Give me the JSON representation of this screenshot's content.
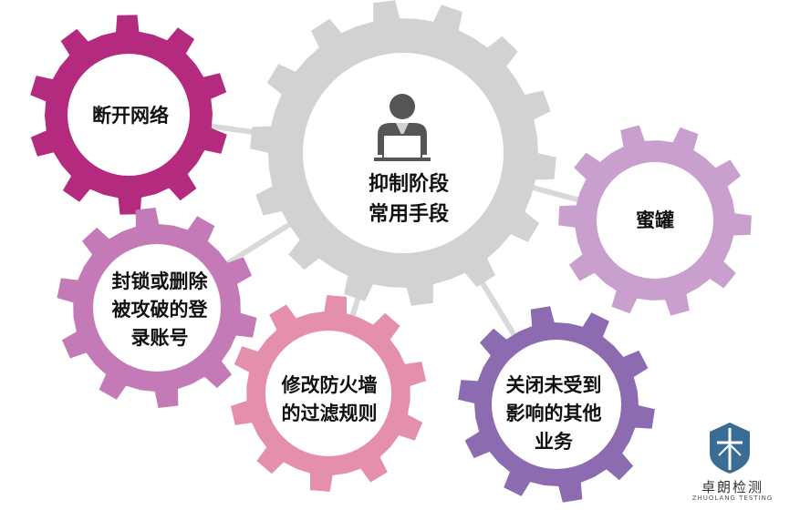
{
  "center": {
    "lines": [
      "抑制阶段",
      "常用手段"
    ],
    "icon": "person-laptop-icon",
    "color": "#d2d2d2"
  },
  "gears": [
    {
      "key": "network",
      "lines": [
        "断开网络"
      ],
      "color": "#b32a7e"
    },
    {
      "key": "honeypot",
      "lines": [
        "蜜罐"
      ],
      "color": "#c9a0cd"
    },
    {
      "key": "block",
      "lines": [
        "封锁或删除",
        "被攻破的登",
        "录账号"
      ],
      "color": "#c47ab6"
    },
    {
      "key": "firewall",
      "lines": [
        "修改防火墙",
        "的过滤规则"
      ],
      "color": "#e58fae"
    },
    {
      "key": "services",
      "lines": [
        "关闭未受到",
        "影响的其他",
        "业务"
      ],
      "color": "#8c6bb1"
    }
  ],
  "connector_color": "#d9d9d9",
  "logo": {
    "name": "卓朗检测",
    "sub": "ZHUOLANG TESTING",
    "icon": "shield-logo-icon",
    "color": "#3a6d96"
  }
}
